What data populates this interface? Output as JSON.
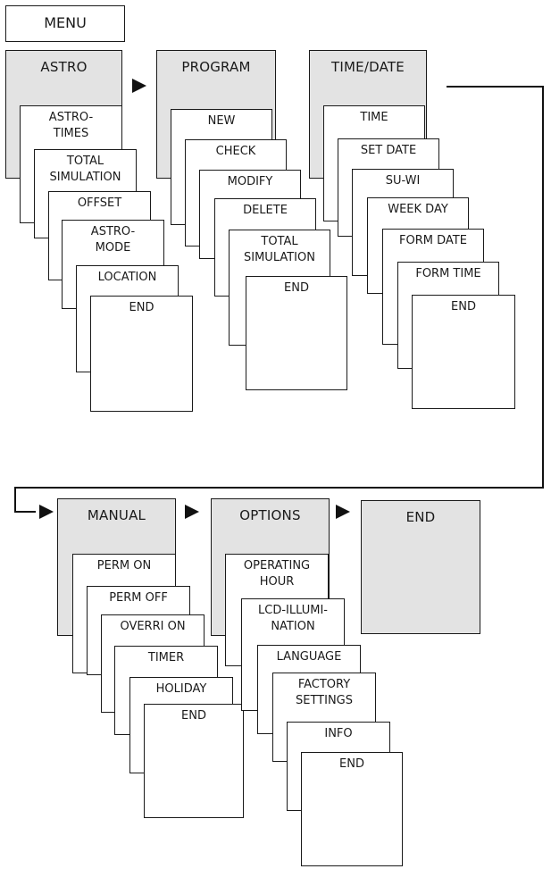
{
  "menu_title": "MENU",
  "top_groups": [
    {
      "header": "ASTRO",
      "items": [
        "ASTRO-\nTIMES",
        "TOTAL\nSIMULATION",
        "OFFSET",
        "ASTRO-\nMODE",
        "LOCATION",
        "END"
      ]
    },
    {
      "header": "PROGRAM",
      "items": [
        "NEW",
        "CHECK",
        "MODIFY",
        "DELETE",
        "TOTAL\nSIMULATION",
        "END"
      ]
    },
    {
      "header": "TIME/DATE",
      "items": [
        "TIME",
        "SET DATE",
        "SU-WI",
        "WEEK DAY",
        "FORM DATE",
        "FORM TIME",
        "END"
      ]
    }
  ],
  "bottom_groups": [
    {
      "header": "MANUAL",
      "items": [
        "PERM ON",
        "PERM OFF",
        "OVERRI ON",
        "TIMER",
        "HOLIDAY",
        "END"
      ]
    },
    {
      "header": "OPTIONS",
      "items": [
        "OPERATING\nHOUR",
        "LCD-ILLUMI-\nNATION",
        "LANGUAGE",
        "FACTORY\nSETTINGS",
        "INFO",
        "END"
      ]
    }
  ],
  "final_end": "END"
}
